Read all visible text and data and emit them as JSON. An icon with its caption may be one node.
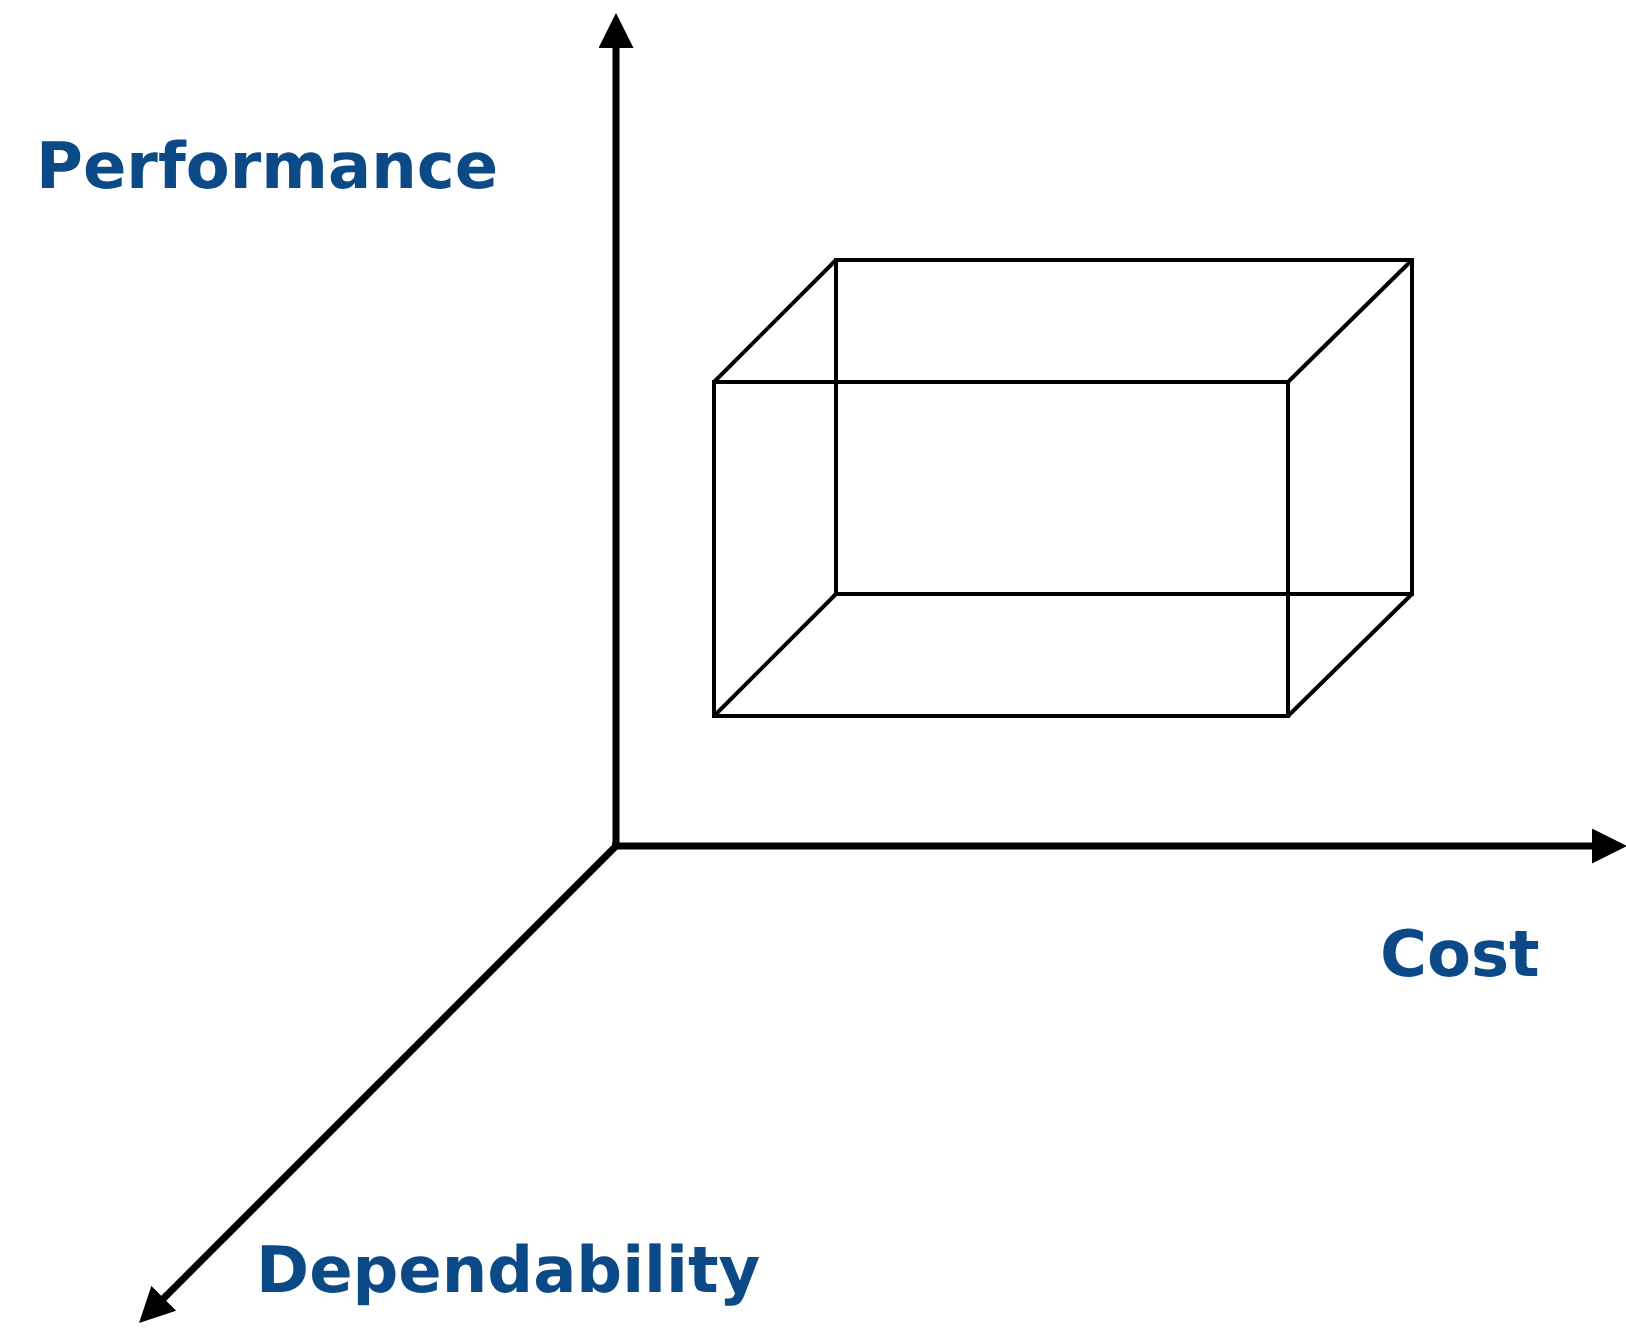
{
  "diagram": {
    "labels": [
      "Performance",
      "Cost",
      "Dependability"
    ]
  }
}
